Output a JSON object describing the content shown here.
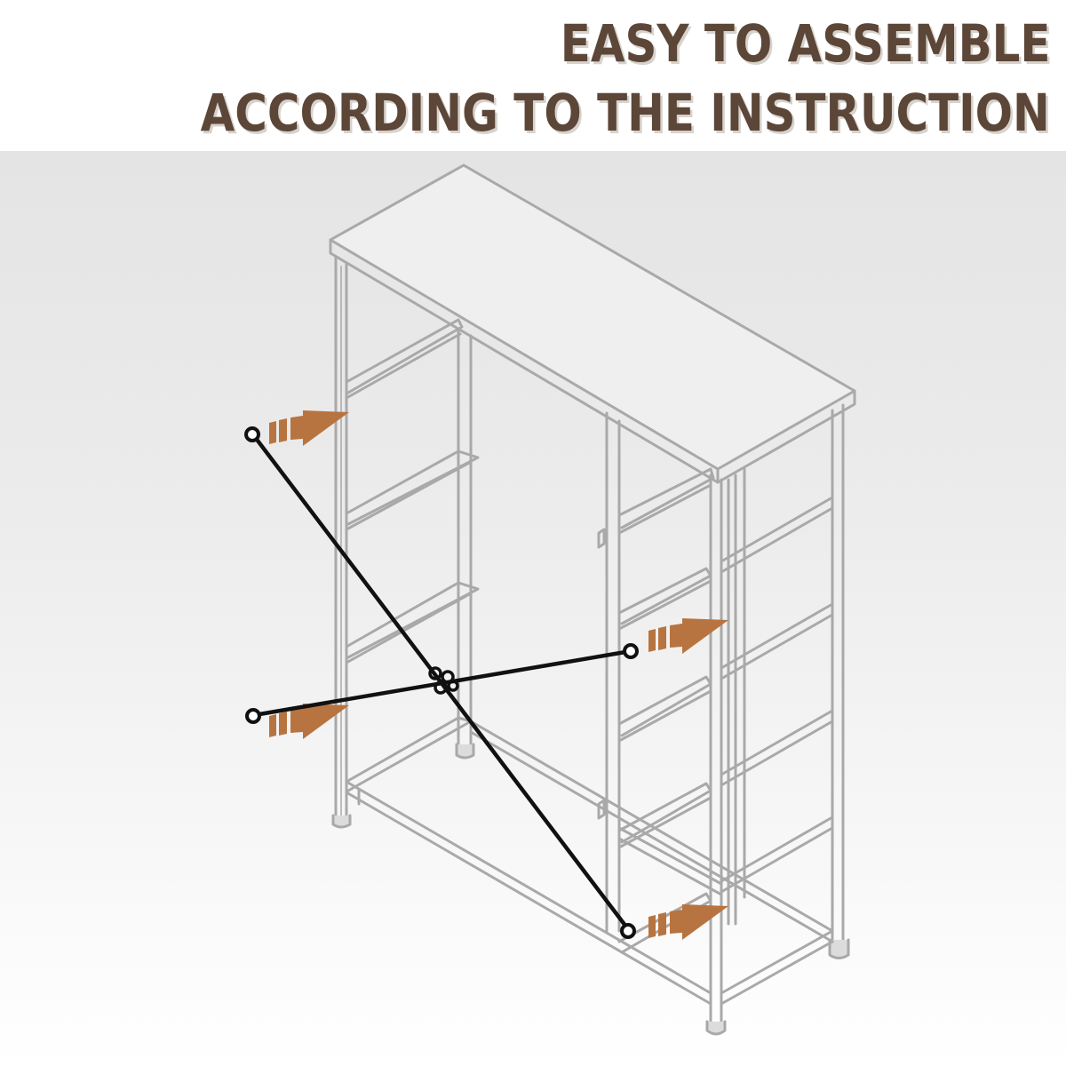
{
  "header": {
    "line1": "EASY TO ASSEMBLE",
    "line2": "ACCORDING TO THE INSTRUCTION"
  },
  "illustration": {
    "subject": "storage-shelf-frame",
    "parts": [
      "top-panel",
      "frame-posts",
      "drawer-rails",
      "cross-brace-straps",
      "leveling-feet"
    ],
    "arrow_count": 4,
    "colors": {
      "heading_text": "#5b4638",
      "heading_shadow": "#d8d2cc",
      "frame_lines": "#a9a9a9",
      "strap": "#111111",
      "arrow": "#b87440",
      "background_top": "#e4e4e4",
      "background_bottom": "#ffffff"
    }
  }
}
